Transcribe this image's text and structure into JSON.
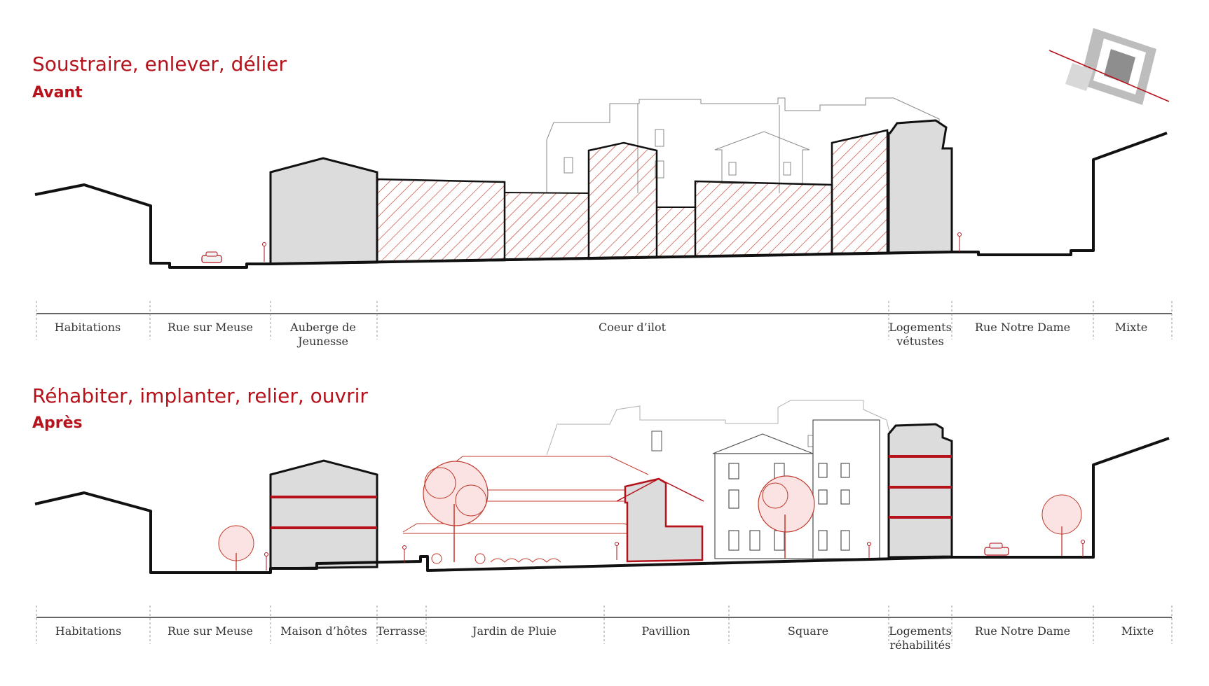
{
  "colors": {
    "accent": "#b5121b",
    "ground": "#111111",
    "building_fill": "#dcdcdc",
    "hatch": "#c0392b",
    "ghost": "#9a9a9a"
  },
  "avant": {
    "title": "Soustraire, enlever, délier",
    "subtitle": "Avant",
    "zones": [
      "Habitations",
      "Rue sur Meuse",
      "Auberge de\nJeunesse",
      "Coeur d’ilot",
      "Logements\nvétustes",
      "Rue Notre Dame",
      "Mixte"
    ]
  },
  "apres": {
    "title": "Réhabiter, implanter, relier, ouvrir",
    "subtitle": "Après",
    "zones": [
      "Habitations",
      "Rue sur Meuse",
      "Maison d’hôtes",
      "Terrasse",
      "Jardin de Pluie",
      "Pavillion",
      "Square",
      "Logements\nréhabilités",
      "Rue Notre Dame",
      "Mixte"
    ]
  },
  "key_plan": {
    "icon": "site-key-plan-icon"
  }
}
